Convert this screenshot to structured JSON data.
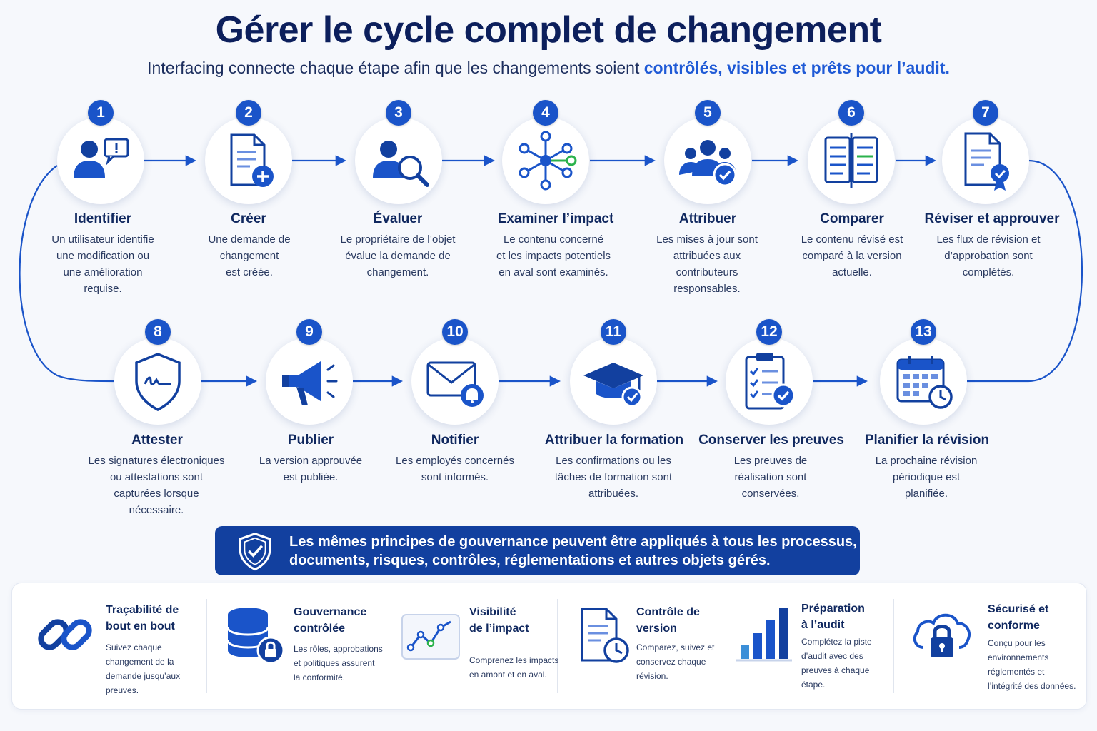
{
  "title": "Gérer le cycle complet de changement",
  "subtitle": {
    "prefix": "Interfacing connecte chaque étape afin que les changements soient ",
    "highlight": "contrôlés, visibles et prêts pour l’audit."
  },
  "colors": {
    "primary": "#1a54c9",
    "dark_navy": "#0c1f5c",
    "banner": "#12409f",
    "accent_green": "#2bb24c"
  },
  "steps": [
    {
      "number": "1",
      "title": "Identifier",
      "desc": [
        "Un utilisateur identifie",
        "une modification ou",
        "une amélioration",
        "requise."
      ],
      "icon": "user-alert-icon"
    },
    {
      "number": "2",
      "title": "Créer",
      "desc": [
        "Une demande de",
        "changement",
        "est créée."
      ],
      "icon": "document-add-icon"
    },
    {
      "number": "3",
      "title": "Évaluer",
      "desc": [
        "Le propriétaire de l’objet",
        "évalue la demande de",
        "changement."
      ],
      "icon": "user-search-icon"
    },
    {
      "number": "4",
      "title": "Examiner l’impact",
      "desc": [
        "Le contenu concerné",
        "et les impacts potentiels",
        "en aval sont examinés."
      ],
      "icon": "network-icon"
    },
    {
      "number": "5",
      "title": "Attribuer",
      "desc": [
        "Les mises à jour sont",
        "attribuées aux",
        "contributeurs",
        "responsables."
      ],
      "icon": "team-check-icon"
    },
    {
      "number": "6",
      "title": "Comparer",
      "desc": [
        "Le contenu révisé est",
        "comparé à la version",
        "actuelle."
      ],
      "icon": "compare-icon"
    },
    {
      "number": "7",
      "title": "Réviser et approuver",
      "desc": [
        "Les flux de révision et",
        "d’approbation sont",
        "complétés."
      ],
      "icon": "document-approved-icon"
    },
    {
      "number": "8",
      "title": "Attester",
      "desc": [
        "Les signatures électroniques",
        "ou attestations sont",
        "capturées lorsque",
        "nécessaire."
      ],
      "icon": "shield-signature-icon"
    },
    {
      "number": "9",
      "title": "Publier",
      "desc": [
        "La version approuvée",
        "est publiée."
      ],
      "icon": "megaphone-icon"
    },
    {
      "number": "10",
      "title": "Notifier",
      "desc": [
        "Les employés concernés",
        "sont informés."
      ],
      "icon": "mail-bell-icon"
    },
    {
      "number": "11",
      "title": "Attribuer la formation",
      "desc": [
        "Les confirmations ou les",
        "tâches de formation sont",
        "attribuées."
      ],
      "icon": "graduation-cap-icon"
    },
    {
      "number": "12",
      "title": "Conserver les preuves",
      "desc": [
        "Les preuves de",
        "réalisation sont",
        "conservées."
      ],
      "icon": "clipboard-check-icon"
    },
    {
      "number": "13",
      "title": "Planifier la révision",
      "desc": [
        "La prochaine révision",
        "périodique est",
        "planifiée."
      ],
      "icon": "calendar-clock-icon"
    }
  ],
  "banner": {
    "line1": "Les mêmes principes de gouvernance peuvent être appliqués à tous les processus,",
    "line2": "documents, risques, contrôles, réglementations et autres objets gérés.",
    "icon": "shield-check-icon"
  },
  "features": [
    {
      "title": [
        "Traçabilité de",
        "bout en bout"
      ],
      "desc": [
        "Suivez chaque",
        "changement de la",
        "demande jusqu’aux",
        "preuves."
      ],
      "icon": "chain-link-icon"
    },
    {
      "title": [
        "Gouvernance",
        "contrôlée"
      ],
      "desc": [
        "Les rôles, approbations",
        "et politiques assurent",
        "la conformité."
      ],
      "icon": "database-lock-icon"
    },
    {
      "title": [
        "Visibilité",
        "de l’impact"
      ],
      "desc": [
        "Comprenez les impacts",
        "en amont et en aval."
      ],
      "icon": "chart-line-icon"
    },
    {
      "title": [
        "Contrôle de",
        "version"
      ],
      "desc": [
        "Comparez, suivez et",
        "conservez chaque",
        "révision."
      ],
      "icon": "document-clock-icon"
    },
    {
      "title": [
        "Préparation",
        "à l’audit"
      ],
      "desc": [
        "Complétez la piste",
        "d’audit avec des",
        "preuves à chaque",
        "étape."
      ],
      "icon": "bar-chart-icon"
    },
    {
      "title": [
        "Sécurisé et",
        "conforme"
      ],
      "desc": [
        "Conçu pour les",
        "environnements",
        "réglementés et",
        "l’intégrité des données."
      ],
      "icon": "cloud-lock-icon"
    }
  ]
}
